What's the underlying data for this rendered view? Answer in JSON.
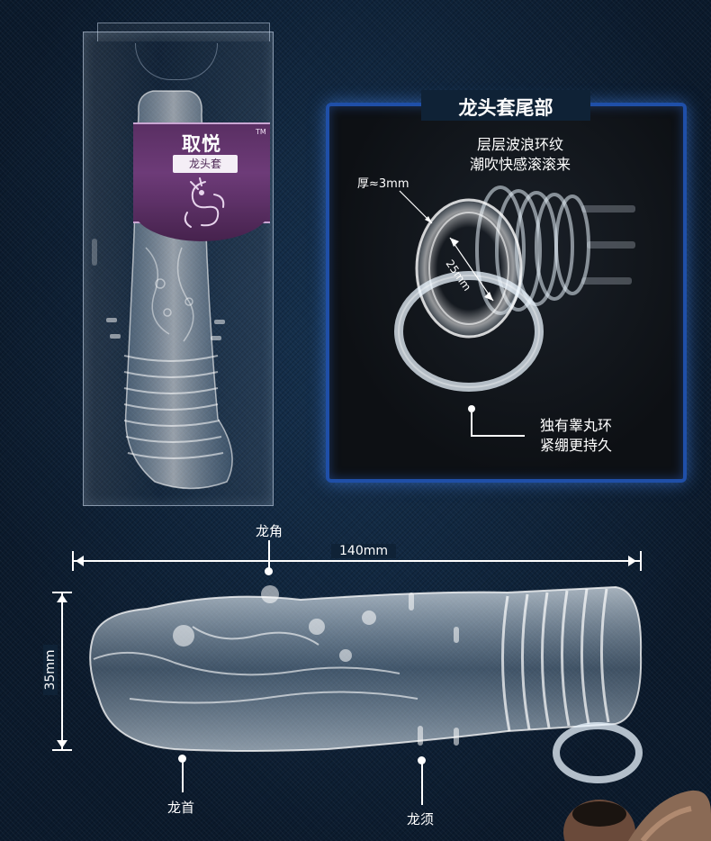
{
  "package": {
    "brand": "取悦",
    "trademark": "TM",
    "product_tag": "龙头套"
  },
  "inset": {
    "title": "龙头套尾部",
    "feature_top_line1": "层层波浪环纹",
    "feature_top_line2": "潮吹快感滚滚来",
    "thickness_label": "厚≈3mm",
    "inner_diameter_label": "25mm",
    "feature_bottom_line1": "独有睾丸环",
    "feature_bottom_line2": "紧绷更持久"
  },
  "dimensions": {
    "length": "140mm",
    "height": "35mm"
  },
  "callouts": {
    "horn": "龙角",
    "head": "龙首",
    "whiskers": "龙须"
  },
  "colors": {
    "background": "#0c1e33",
    "panel_border": "#1f4fa8",
    "label_purple": "#6d3b78"
  }
}
